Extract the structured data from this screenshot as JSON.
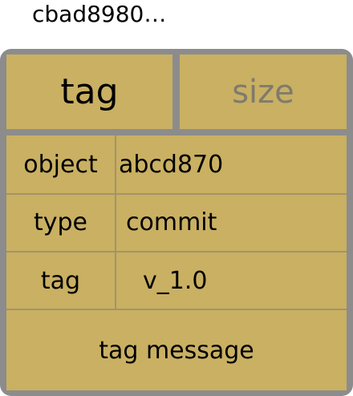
{
  "hash": "cbad8980…",
  "header": {
    "left": "tag",
    "right": "size"
  },
  "rows": [
    {
      "label": "object",
      "value": "abcd870"
    },
    {
      "label": "type",
      "value": "commit"
    },
    {
      "label": "tag",
      "value": "v_1.0"
    }
  ],
  "footer": "tag message",
  "colors": {
    "frame": "#8c8c8c",
    "cell": "#c9b062",
    "muted_text": "#7f7a6f",
    "divider": "#a3936a"
  }
}
